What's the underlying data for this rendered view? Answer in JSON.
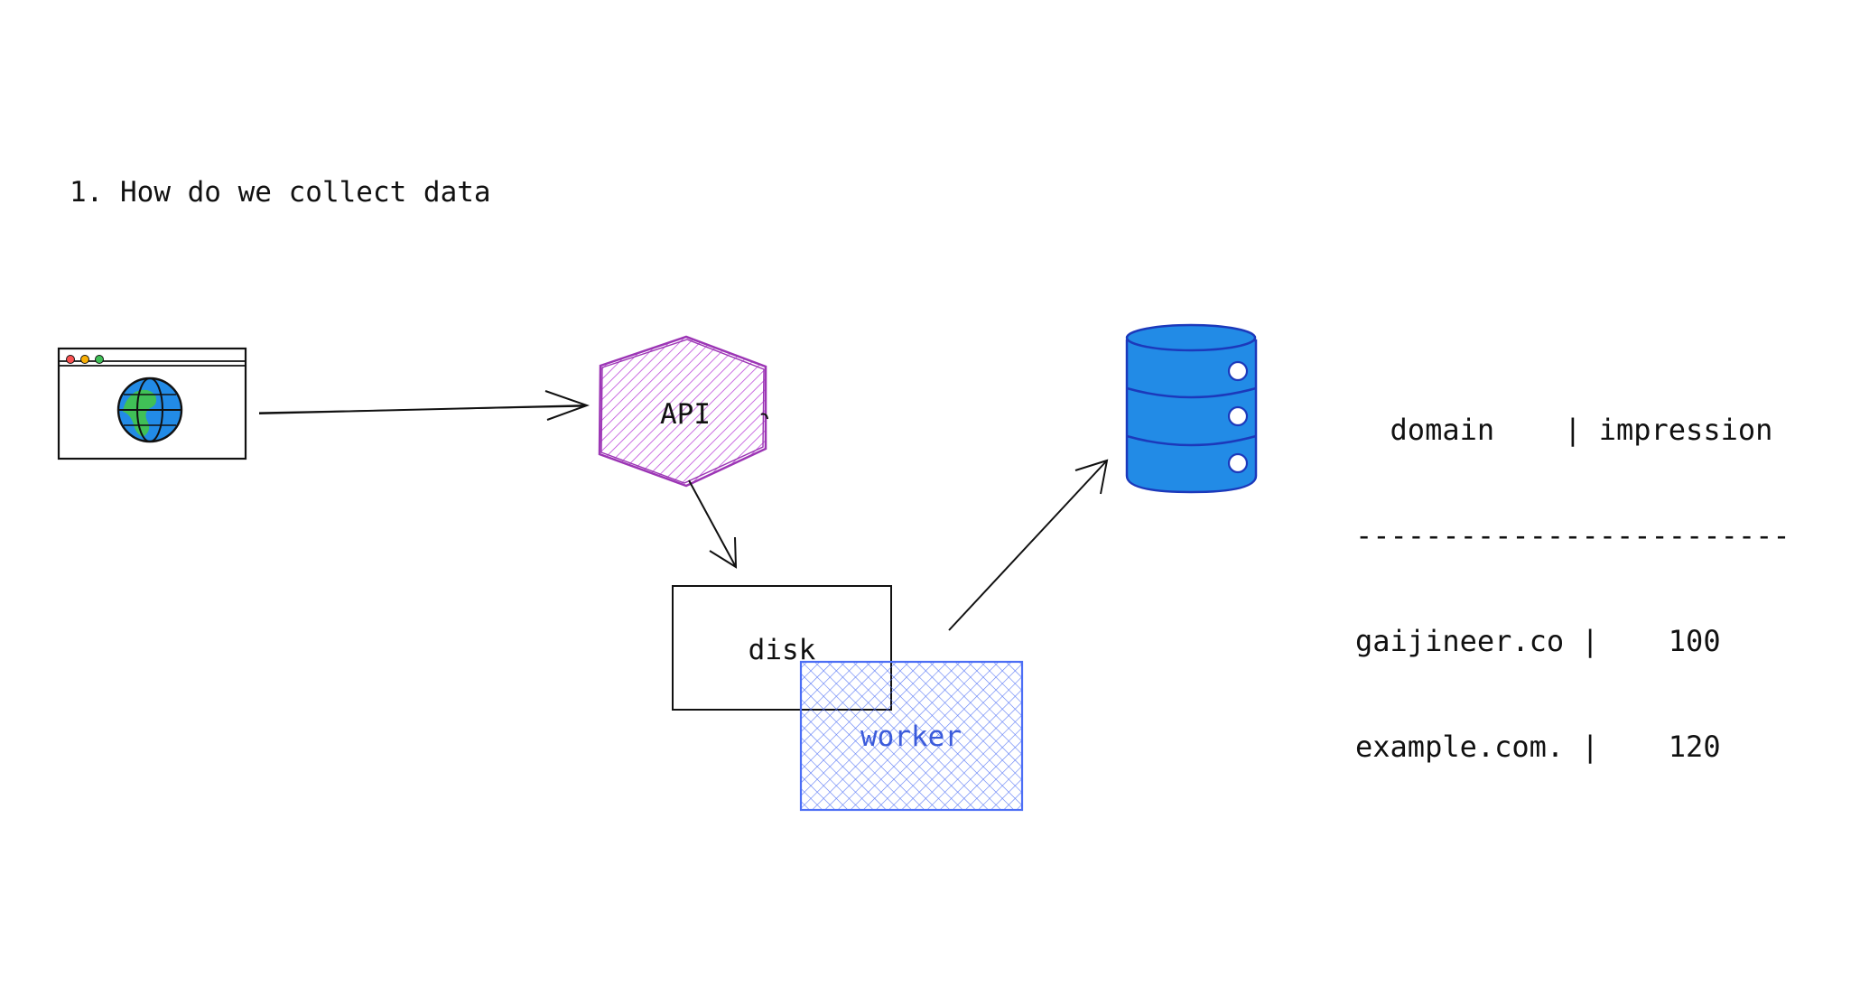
{
  "heading": "1. How do we collect data",
  "nodes": {
    "browser": {
      "icon": "browser-globe-icon"
    },
    "api": {
      "label": "API",
      "color": "#9c36b5"
    },
    "disk": {
      "label": "disk"
    },
    "worker": {
      "label": "worker",
      "color": "#3b5bdb"
    },
    "database": {
      "icon": "database-icon",
      "color": "#228be6"
    }
  },
  "table": {
    "header": "  domain    | impression",
    "divider": "-------------------------",
    "rows": [
      "gaijineer.co |    100",
      "example.com. |    120"
    ]
  }
}
